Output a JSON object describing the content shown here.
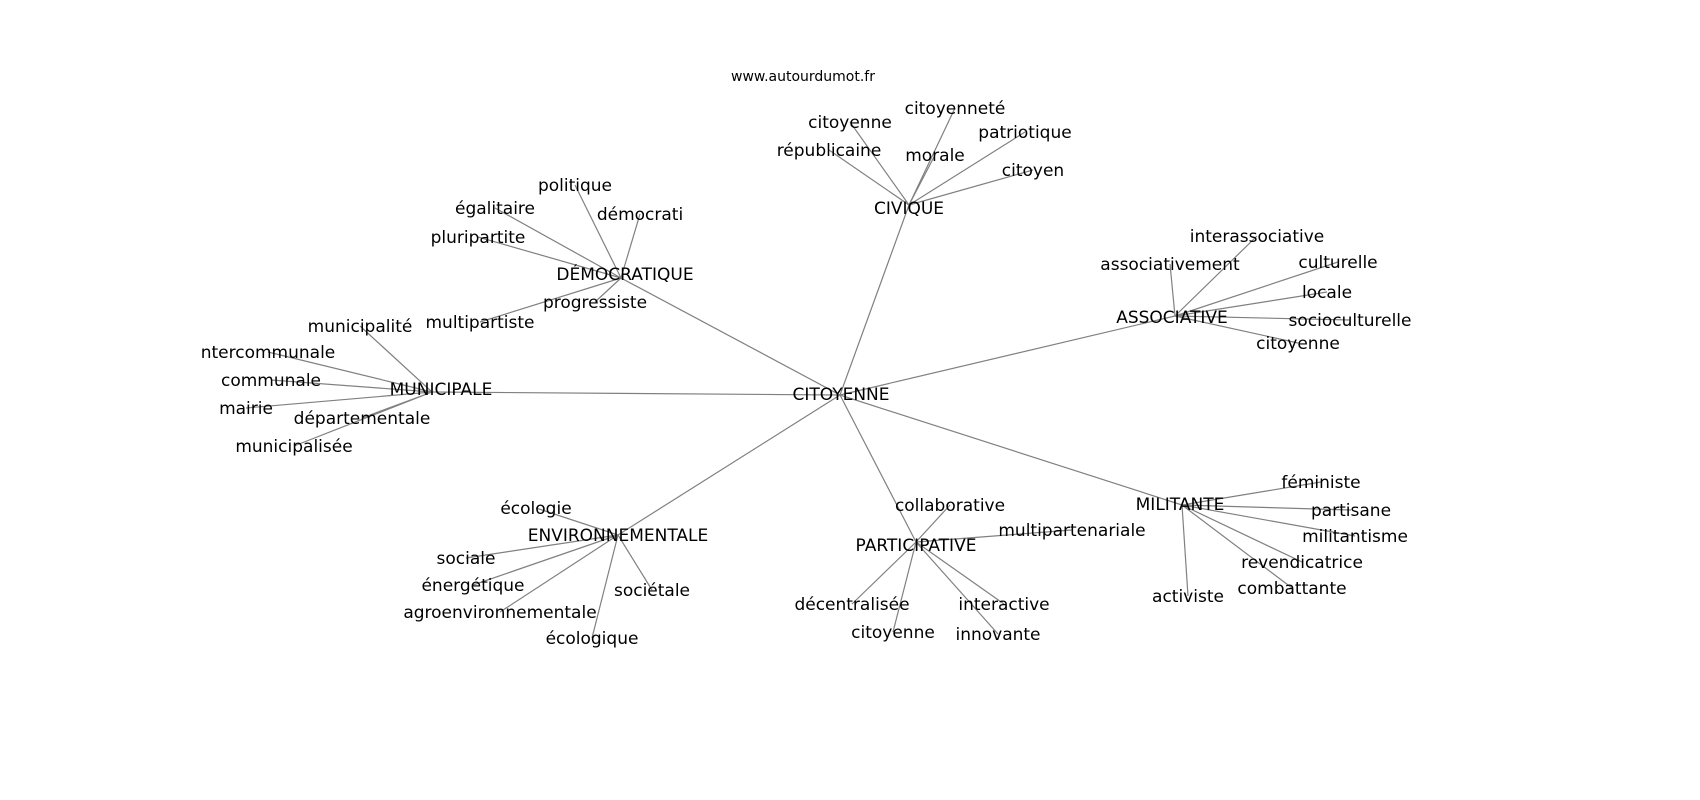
{
  "title": "www.autourdumot.fr",
  "root": {
    "id": "root",
    "label": "CITOYENNE"
  },
  "groups": [
    {
      "id": "civique",
      "label": "CIVIQUE",
      "leaves": [
        "citoyenne",
        "citoyenneté",
        "patriotique",
        "morale",
        "citoyen",
        "républicaine"
      ]
    },
    {
      "id": "democratique",
      "label": "DÉMOCRATIQUE",
      "leaves": [
        "politique",
        "égalitaire",
        "démocrati",
        "pluripartite",
        "progressiste",
        "multipartiste"
      ]
    },
    {
      "id": "municipale",
      "label": "MUNICIPALE",
      "leaves": [
        "municipalité",
        "ntercommunale",
        "communale",
        "mairie",
        "départementale",
        "municipalisée"
      ]
    },
    {
      "id": "associative",
      "label": "ASSOCIATIVE",
      "leaves": [
        "interassociative",
        "associativement",
        "culturelle",
        "locale",
        "socioculturelle",
        "citoyenne"
      ]
    },
    {
      "id": "militante",
      "label": "MILITANTE",
      "leaves": [
        "féministe",
        "partisane",
        "militantisme",
        "revendicatrice",
        "combattante",
        "activiste"
      ]
    },
    {
      "id": "participative",
      "label": "PARTICIPATIVE",
      "leaves": [
        "collaborative",
        "multipartenariale",
        "décentralisée",
        "interactive",
        "citoyenne",
        "innovante"
      ]
    },
    {
      "id": "environnementale",
      "label": "ENVIRONNEMENTALE",
      "leaves": [
        "écologie",
        "sociale",
        "énergétique",
        "sociétale",
        "agroenvironnementale",
        "écologique"
      ]
    }
  ],
  "colors": {
    "edge": "#808080",
    "text": "#000000",
    "background": "#ffffff"
  }
}
